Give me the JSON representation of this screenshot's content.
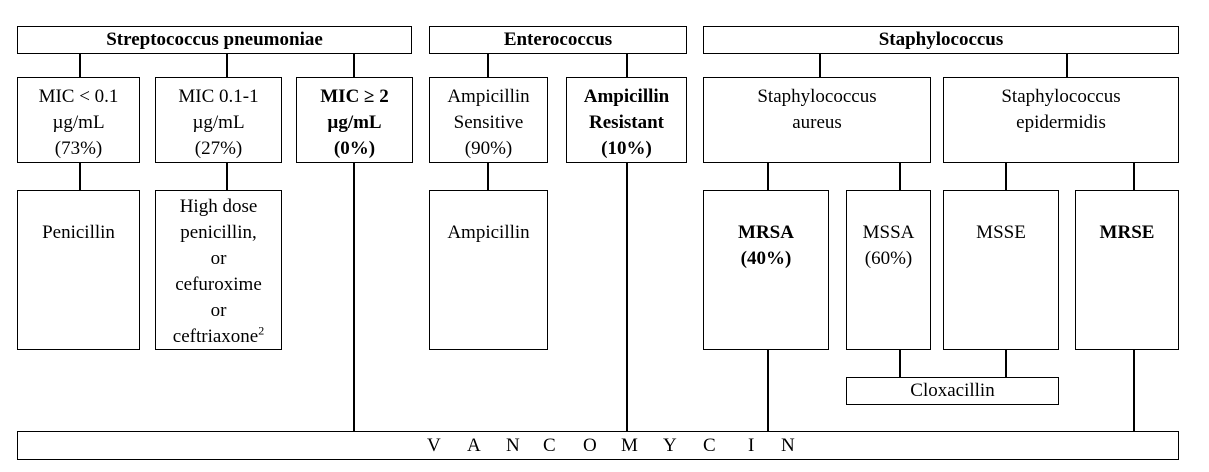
{
  "headers": {
    "strep": "Streptococcus pneumoniae",
    "entero": "Enterococcus",
    "staph": "Staphylococcus"
  },
  "strep": {
    "mic_low": [
      "MIC < 0.1",
      "µg/mL",
      "(73%)"
    ],
    "mic_mid": [
      "MIC 0.1-1",
      "µg/mL",
      "(27%)"
    ],
    "mic_high": [
      "MIC ≥ 2",
      "µg/mL",
      "(0%)"
    ],
    "tx_low": "Penicillin",
    "tx_mid": [
      "High dose",
      "penicillin,",
      "or",
      "cefuroxime",
      "or",
      "ceftriaxone"
    ],
    "tx_mid_sup": "2"
  },
  "entero": {
    "sensitive": [
      "Ampicillin",
      "Sensitive",
      "(90%)"
    ],
    "resistant": [
      "Ampicillin",
      "Resistant",
      "(10%)"
    ],
    "tx_sensitive": "Ampicillin"
  },
  "staph": {
    "aureus": [
      "Staphylococcus",
      "aureus"
    ],
    "epidermidis": [
      "Staphylococcus",
      "epidermidis"
    ],
    "mrsa": [
      "MRSA",
      "(40%)"
    ],
    "mssa": [
      "MSSA",
      "(60%)"
    ],
    "msse": "MSSE",
    "mrse": "MRSE",
    "cloxacillin": "Cloxacillin"
  },
  "vancomycin": [
    "V",
    "A",
    "N",
    "C",
    "O",
    "M",
    "Y",
    "C",
    "I",
    "N"
  ]
}
